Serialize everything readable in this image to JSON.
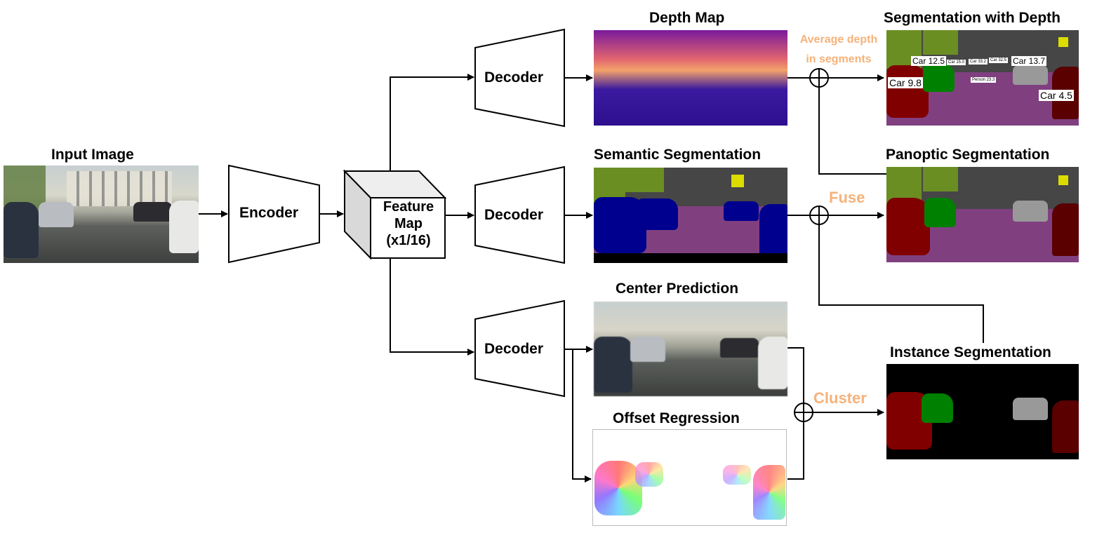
{
  "nodes": {
    "input_image": "Input Image",
    "encoder": "Encoder",
    "feature_map": [
      "Feature",
      "Map",
      "(x1/16)"
    ],
    "decoder_top": "Decoder",
    "decoder_mid": "Decoder",
    "decoder_bottom": "Decoder",
    "depth_map": "Depth Map",
    "semantic_segmentation": "Semantic Segmentation",
    "center_prediction": "Center Prediction",
    "offset_regression": "Offset Regression",
    "segmentation_with_depth": "Segmentation with Depth",
    "panoptic_segmentation": "Panoptic Segmentation",
    "instance_segmentation": "Instance Segmentation"
  },
  "operations": {
    "average_depth": [
      "Average depth",
      "in segments"
    ],
    "fuse": "Fuse",
    "cluster": "Cluster"
  },
  "depth_tags": {
    "car_98": "Car 9.8",
    "car_125": "Car 12.5",
    "car_150": "Car 15.0",
    "car_332": "Car 33.2",
    "car_325": "Car 32.5",
    "car_137": "Car 13.7",
    "person_233": "Person 23.3",
    "car_45": "Car 4.5"
  },
  "colors": {
    "annotation": "#f6b27a",
    "road": "#804080",
    "car": "#00008e",
    "vegetation": "#6b8e23",
    "sky": "#464646",
    "depth_far": "#f4a26a",
    "depth_near": "#2d0f8e"
  }
}
